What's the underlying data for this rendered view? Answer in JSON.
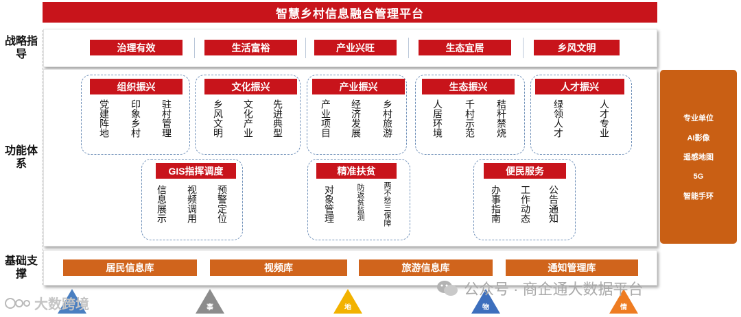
{
  "title": "智慧乡村信息融合管理平台",
  "rows": {
    "strategy_label": "战略指导",
    "function_label": "功能体系",
    "foundation_label": "基础支撑"
  },
  "strategy": [
    "治理有效",
    "生活富裕",
    "产业兴旺",
    "生态宜居",
    "乡风文明"
  ],
  "function_groups": [
    {
      "title": "组织振兴",
      "items": [
        "党建阵地",
        "印象乡村",
        "驻村管理"
      ]
    },
    {
      "title": "文化振兴",
      "items": [
        "乡风文明",
        "文化产业",
        "先进典型"
      ]
    },
    {
      "title": "产业振兴",
      "items": [
        "产业项目",
        "经济发展",
        "乡村旅游"
      ]
    },
    {
      "title": "生态振兴",
      "items": [
        "人居环境",
        "千村示范",
        "秸秆禁烧"
      ]
    },
    {
      "title": "人才振兴",
      "items": [
        "绿领人才",
        "人才专业"
      ]
    },
    {
      "title": "GIS指挥调度",
      "items": [
        "信息展示",
        "视频调用",
        "预警定位"
      ]
    },
    {
      "title": "精准扶贫",
      "items": [
        "对象管理",
        "防返贫监测",
        "两不愁三保障"
      ]
    },
    {
      "title": "便民服务",
      "items": [
        "办事指南",
        "工作动态",
        "公告通知"
      ]
    }
  ],
  "side_panel": [
    "专业单位",
    "AI影像",
    "遥感地图",
    "5G",
    "智能手环"
  ],
  "foundation": [
    "居民信息库",
    "视频库",
    "旅游信息库",
    "通知管理库"
  ],
  "bottom_markers": [
    {
      "label": "",
      "color": "#4a7fc1"
    },
    {
      "label": "事",
      "color": "#8c8c8c"
    },
    {
      "label": "地",
      "color": "#f2b200"
    },
    {
      "label": "物",
      "color": "#3d6fbd"
    },
    {
      "label": "情",
      "color": "#ee7c22"
    }
  ],
  "watermarks": {
    "left": "大数跨境",
    "right": "公众号 · 商企通大数据平台"
  }
}
